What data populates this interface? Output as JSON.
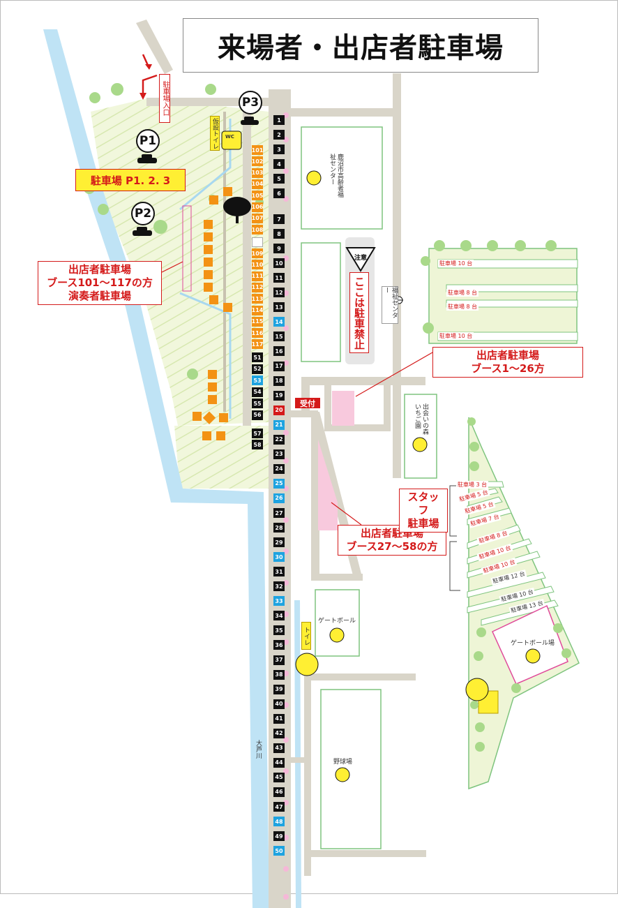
{
  "title": "来場者・出店者駐車場",
  "parking_p123": "駐車場 P1. 2. 3",
  "p_marks": [
    "P1",
    "P2",
    "P3"
  ],
  "entrance": "駐車場入口",
  "temp_toilet": "仮設トイレ",
  "toilet": "トイレ",
  "wc": "WC",
  "callouts": {
    "vendor_101_117": [
      "出店者駐車場",
      "ブース101～117の方",
      "演奏者駐車場"
    ],
    "vendor_1_26": [
      "出店者駐車場",
      "ブース1～26方"
    ],
    "vendor_27_58": [
      "出店者駐車場",
      "ブース27～58の方"
    ],
    "staff": [
      "スタッフ",
      "駐車場"
    ]
  },
  "reception": "受付",
  "caution": "注意",
  "no_parking": "ここは駐車禁止",
  "places": {
    "welfare_center_elderly": "鹿沼市高齢者福祉センター",
    "welfare_center": "福祉センター",
    "strawberry_park": "出会いの森いちご園",
    "gateball": "ゲートボール",
    "gateball_field": "ゲートボール場",
    "baseball": "野球場",
    "river": "大芦川"
  },
  "right_lot_labels": [
    "駐車場 10 台",
    "駐車場 8 台",
    "駐車場 8 台",
    "駐車場 10 台"
  ],
  "staff_lot_labels": [
    "駐車場 3 台",
    "駐車場 5 台",
    "駐車場 5 台",
    "駐車場 7 台",
    "駐車場 8 台",
    "駐車場 10 台",
    "駐車場 10 台",
    "駐車場 12 台",
    "駐車場 10 台",
    "駐車場 13 台"
  ],
  "booths_main": [
    "1",
    "2",
    "3",
    "4",
    "5",
    "6",
    "7",
    "8",
    "9",
    "10",
    "11",
    "12",
    "13",
    "14",
    "15",
    "16",
    "17",
    "18",
    "19",
    "20",
    "21",
    "22",
    "23",
    "24",
    "25",
    "26",
    "27",
    "28",
    "29",
    "30",
    "31",
    "32",
    "33",
    "34",
    "35",
    "36",
    "37",
    "38",
    "39",
    "40",
    "41",
    "42",
    "43",
    "44",
    "45",
    "46",
    "47",
    "48",
    "49",
    "50"
  ],
  "booths_main_colors": {
    "blue": [
      "14",
      "21",
      "25",
      "26",
      "30",
      "33",
      "48",
      "50"
    ],
    "red": [
      "20"
    ]
  },
  "booths_100": [
    "101",
    "102",
    "103",
    "104",
    "105",
    "106",
    "107",
    "108",
    "109",
    "110",
    "111",
    "112",
    "113",
    "114",
    "115",
    "116",
    "117"
  ],
  "booths_50": [
    "51",
    "52",
    "53",
    "54",
    "55",
    "56",
    "57",
    "58"
  ],
  "booths_50_blue": [
    "53"
  ],
  "colors": {
    "accent_red": "#d41a1a",
    "booth_blue": "#1ea3e0",
    "booth_orange": "#f39214",
    "label_yellow": "#ffef33",
    "park_green": "#eef5d6",
    "river_blue": "#bfe3f5"
  }
}
